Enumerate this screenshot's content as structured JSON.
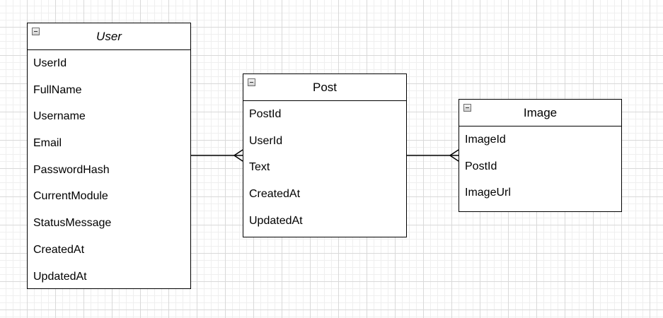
{
  "entities": {
    "user": {
      "title": "User",
      "fields": [
        "UserId",
        "FullName",
        "Username",
        "Email",
        "PasswordHash",
        "CurrentModule",
        "StatusMessage",
        "CreatedAt",
        "UpdatedAt"
      ]
    },
    "post": {
      "title": "Post",
      "fields": [
        "PostId",
        "UserId",
        "Text",
        "CreatedAt",
        "UpdatedAt"
      ]
    },
    "image": {
      "title": "Image",
      "fields": [
        "ImageId",
        "PostId",
        "ImageUrl"
      ]
    }
  },
  "relationships": [
    {
      "from": "User",
      "to": "Post",
      "cardinality": "one-to-many"
    },
    {
      "from": "Post",
      "to": "Image",
      "cardinality": "one-to-many"
    }
  ],
  "icons": {
    "collapse": "minus-box-icon"
  },
  "colors": {
    "line": "#000000",
    "grid": "#d9d9d9",
    "background": "#ffffff"
  }
}
